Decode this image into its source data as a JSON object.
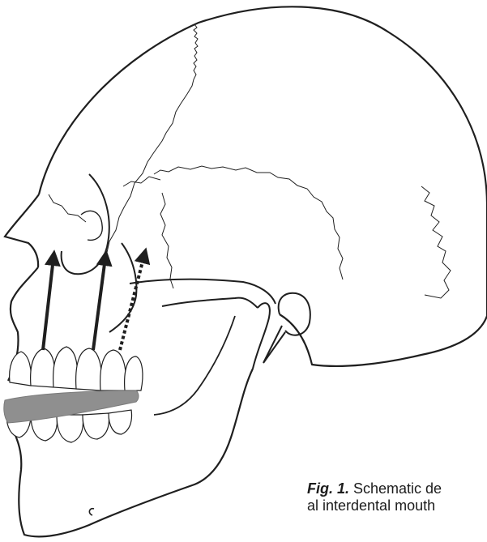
{
  "caption": {
    "label": "Fig. 1.",
    "line1": " Schematic de",
    "line2": "al interdental mouth"
  },
  "colors": {
    "line": "#1f1f1f",
    "splint": "#8f8f8f",
    "background": "#ffffff"
  },
  "arrows": [
    {
      "name": "anterior-force-arrow",
      "style": "solid"
    },
    {
      "name": "middle-force-arrow",
      "style": "solid"
    },
    {
      "name": "posterior-force-arrow",
      "style": "dashed"
    }
  ]
}
